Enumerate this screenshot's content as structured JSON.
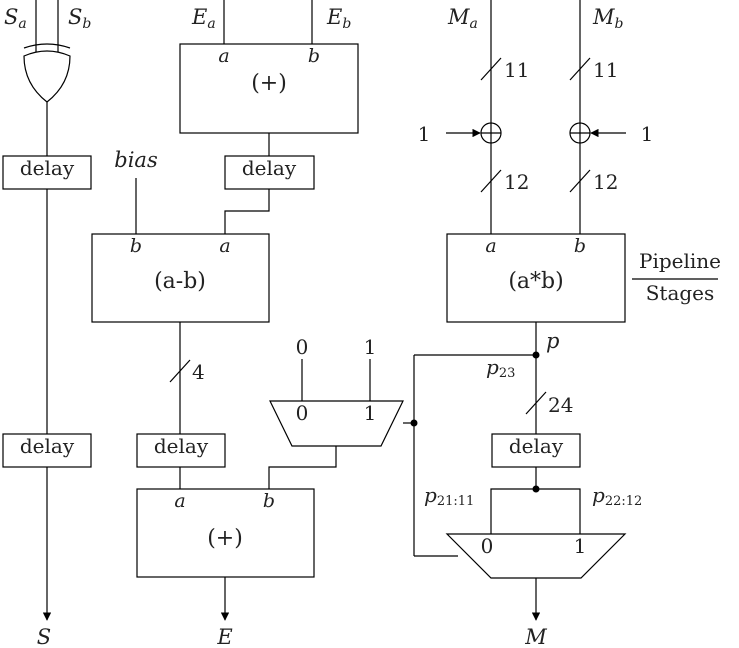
{
  "inputs": {
    "sa": "Sa",
    "sb": "Sb",
    "ea": "Ea",
    "eb": "Eb",
    "ma": "Ma",
    "mb": "Mb"
  },
  "labels": {
    "delay": "delay",
    "bias": "bias",
    "adder": "(+)",
    "subtractor": "(a-b)",
    "multiplier": "(a*b)",
    "port_a": "a",
    "port_b": "b",
    "one": "1",
    "zero": "0",
    "bus_11": "11",
    "bus_12": "12",
    "bus_4": "4",
    "bus_24": "24",
    "p": "p",
    "p23": "p23",
    "p21_11": "p21:11",
    "p22_12": "p22:12",
    "pipeline_line1": "Pipeline",
    "pipeline_line2": "Stages"
  },
  "outputs": {
    "s": "S",
    "e": "E",
    "m": "M"
  }
}
